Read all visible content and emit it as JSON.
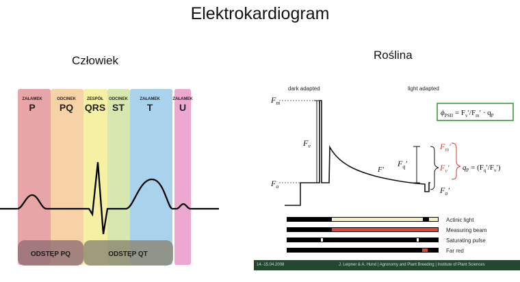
{
  "title": "Elektrokardiogram",
  "left_subtitle": "Człowiek",
  "right_subtitle": "Roślina",
  "ecg": {
    "bands": [
      {
        "small": "ZAŁAMEK",
        "big": "P",
        "color": "#e8a5a8"
      },
      {
        "small": "ODCINEK",
        "big": "PQ",
        "color": "#f7d2a6"
      },
      {
        "small": "ZESPÓŁ",
        "big": "QRS",
        "color": "#f5f0a4"
      },
      {
        "small": "ODCINEK",
        "big": "ST",
        "color": "#d6e8b0"
      },
      {
        "small": "ZAŁAMEK",
        "big": "T",
        "color": "#a9d3ec"
      },
      {
        "small": "ZAŁAMEK",
        "big": "U",
        "color": "#eda8d2"
      }
    ],
    "intervals": [
      "ODSTĘP PQ",
      "ODSTĘP QT"
    ]
  },
  "plant": {
    "dark_adapted": "dark adapted",
    "light_adapted": "light adapted",
    "fm": "F",
    "fm_sub": "m",
    "fv": "F",
    "fv_sub": "v",
    "fo": "F",
    "fo_sub": "o",
    "f_prime": "F′",
    "fq": "F",
    "fq_sub": "q",
    "fq_prime": "′",
    "fm_prime_label": "F",
    "fm_prime_sub": "m",
    "fv_prime_label": "F",
    "fv_prime_sub": "v",
    "fo_prime_label": "F",
    "fo_prime_sub": "o",
    "prime": "′",
    "phi_formula": "ϕ",
    "phi_sub": "PSII",
    "phi_rhs": " = F",
    "phi_v": "v",
    "phi_mid": "′/F",
    "phi_m": "m",
    "phi_end": "′ · q",
    "phi_p": "P",
    "qp_formula_a": "q",
    "qp_formula_sub": "P",
    "qp_formula_b": " = (F",
    "qp_formula_q": "q",
    "qp_formula_c": "′/F",
    "qp_formula_v": "v",
    "qp_formula_d": "′)",
    "legend": [
      "Actinic light",
      "Measuring beam",
      "Saturating pulse",
      "Far red"
    ],
    "footer_left": "14.-15.04.2008",
    "footer_right": "J. Leipner & A. Hund | Agronomy and Plant Breeding | Institute of Plant Sciences"
  }
}
